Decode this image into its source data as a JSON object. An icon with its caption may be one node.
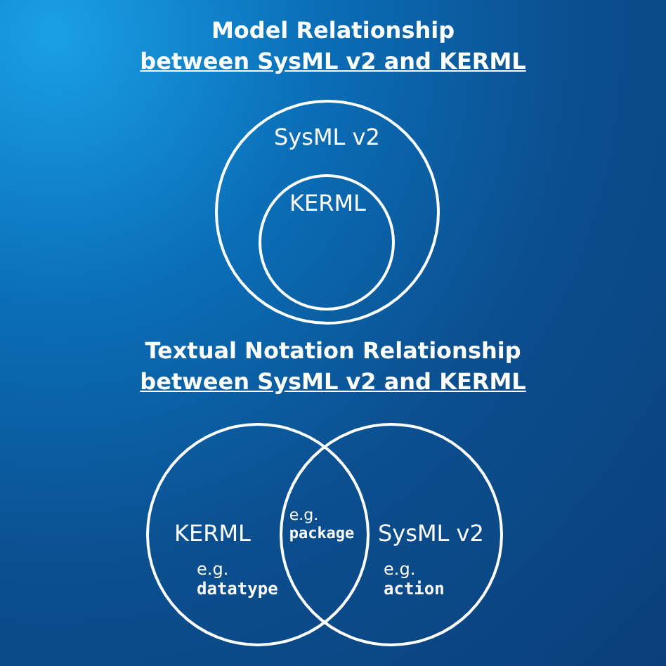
{
  "diagram": {
    "nodes": [
      {
        "text": [
          "SysML v2"
        ]
      },
      {
        "text": [
          "KERML"
        ],
        "in": 0
      },
      {
        "text": [
          "KERML",
          "e.g. **datatype**"
        ]
      },
      {
        "text": [
          "SysML v2",
          "e.g. **action**"
        ]
      }
    ],
    "edges": [],
    "labels": [
      "Model Relationship",
      "between SysML v2 and KERML",
      "Textual Notation Relationship",
      "between SysML v2 and KERML",
      "e.g. **package**"
    ]
  }
}
